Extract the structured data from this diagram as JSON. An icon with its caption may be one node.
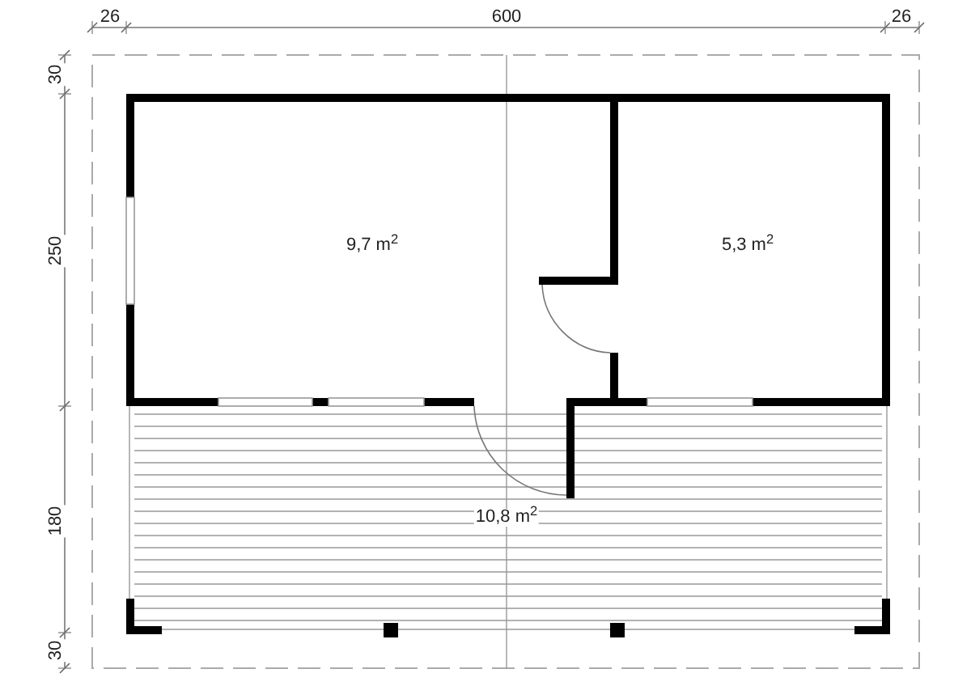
{
  "diagram": {
    "labels": [
      "26",
      "600",
      "26",
      "30",
      "250",
      "180",
      "30",
      "9,7 m$^{2}$",
      "5,3 m$^{2}$",
      "10,8 m$^{2}$"
    ]
  }
}
